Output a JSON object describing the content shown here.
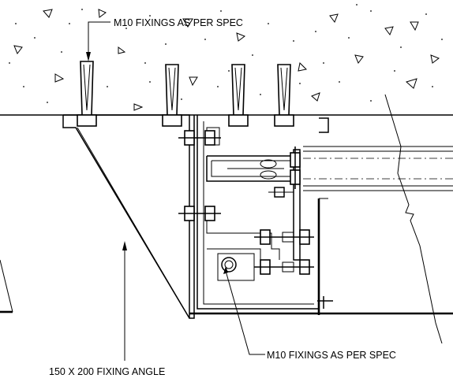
{
  "labels": {
    "top_fixings": "M10 FIXINGS AS PER SPEC",
    "bottom_fixings": "M10 FIXINGS AS PER SPEC",
    "angle": "150 X 200 FIXING ANGLE"
  },
  "colors": {
    "line": "#000000",
    "background": "#ffffff"
  }
}
